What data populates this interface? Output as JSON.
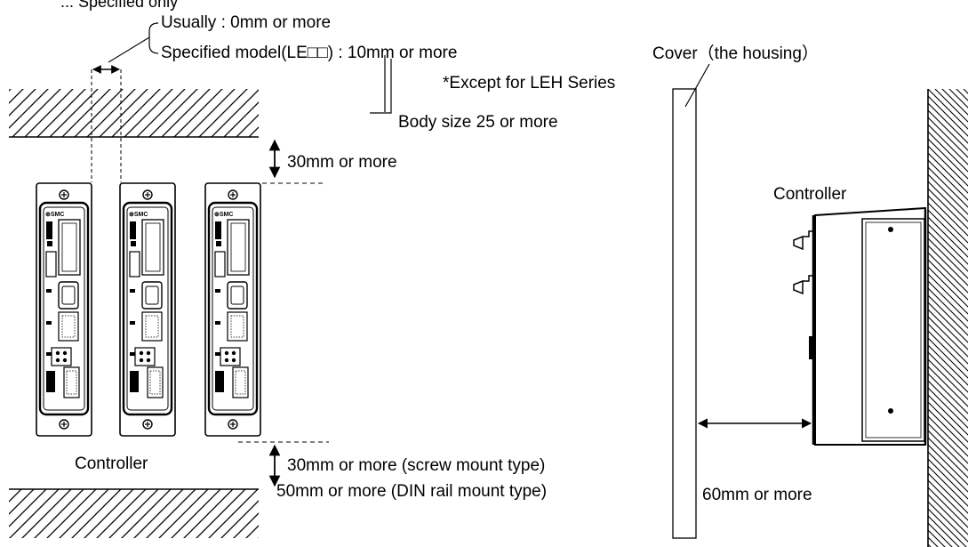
{
  "spacing": {
    "usually": "Usually : 0mm or more",
    "specified_model": "Specified model(LE□□) : 10mm or more",
    "except_note": "*Except for LEH Series",
    "body_size": "Body size 25 or more",
    "cut_text": "... Specified only"
  },
  "clearance": {
    "top": "30mm or more",
    "bottom_screw": "30mm or more (screw mount type)",
    "bottom_din": "50mm or more (DIN rail mount type)"
  },
  "controller_label_front": "Controller",
  "side_view": {
    "cover_label": "Cover（the housing）",
    "controller_label": "Controller",
    "distance_label": "60mm or more"
  }
}
